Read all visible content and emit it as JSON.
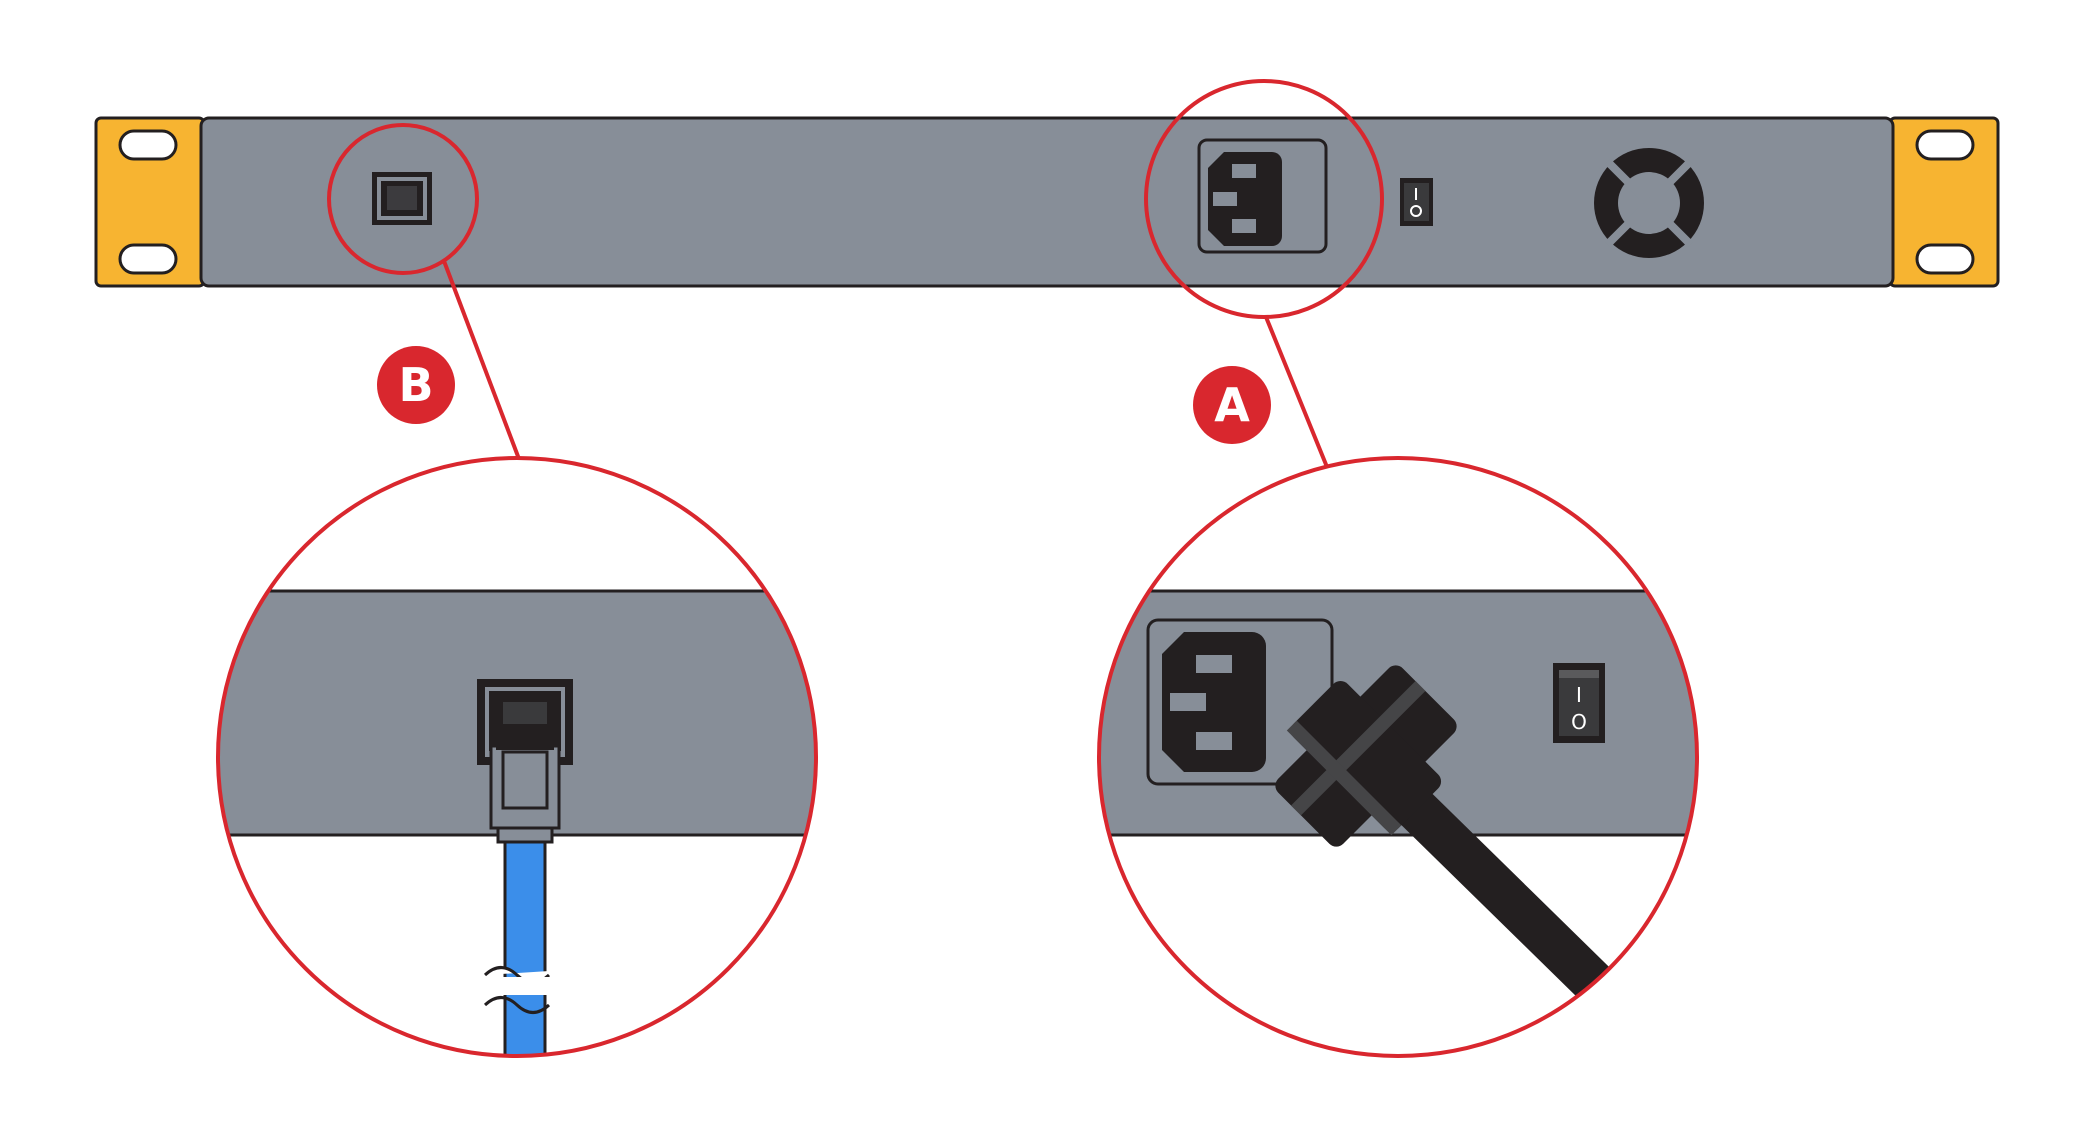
{
  "callouts": {
    "a": {
      "label": "A"
    },
    "b": {
      "label": "B"
    }
  },
  "power_switch": {
    "on_symbol": "I",
    "off_symbol": "O"
  },
  "colors": {
    "panel": "#878e98",
    "bracket": "#f7b431",
    "callout": "#d9272e",
    "connector": "#231f20",
    "ethernet_cable": "#3b8eea",
    "background": "#ffffff"
  }
}
